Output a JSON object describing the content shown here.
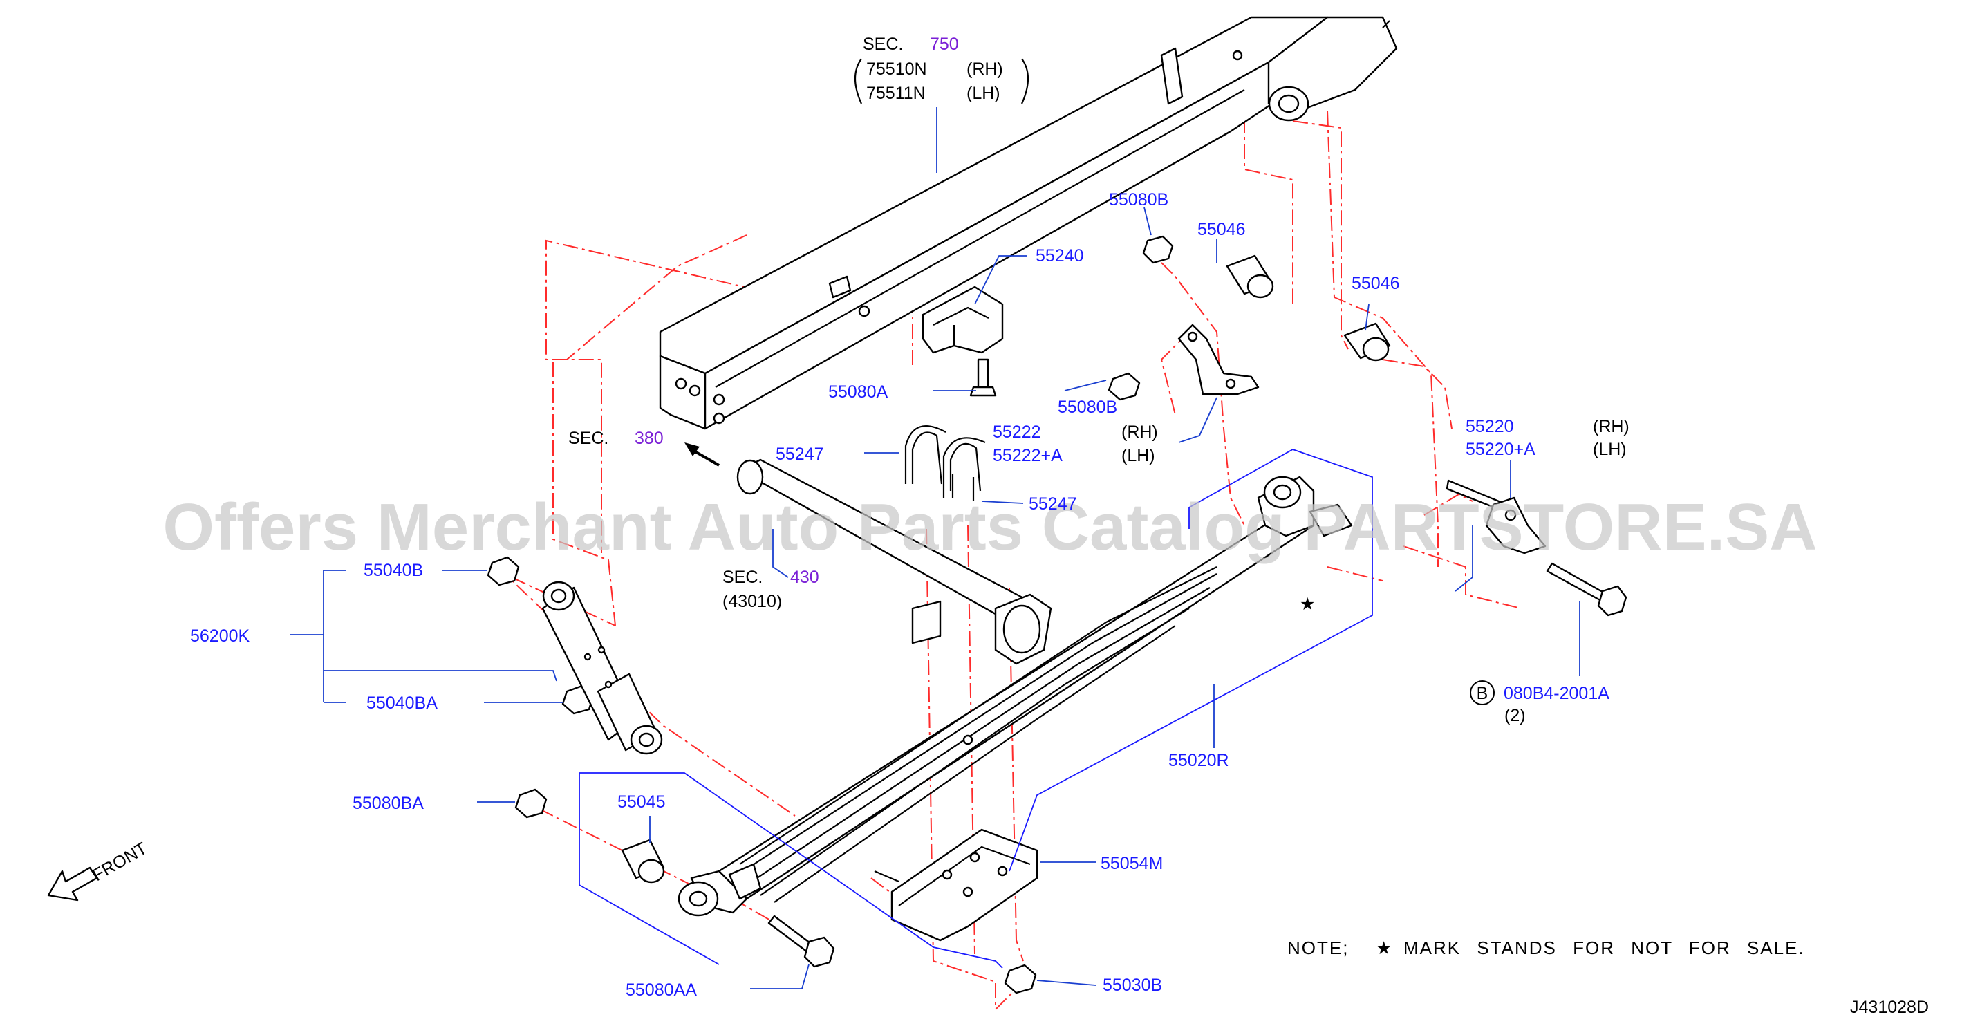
{
  "diagram_code": "J431028D",
  "watermark": "Offers Merchant Auto Parts Catalog PARTSTORE.SA",
  "note": {
    "prefix": "NOTE;",
    "star": "★",
    "text": "MARK STANDS FOR NOT FOR SALE."
  },
  "front_label": "FRONT",
  "sections": [
    {
      "id": "sec750",
      "prefix": "SEC.",
      "number": "750"
    },
    {
      "id": "sec380",
      "prefix": "SEC.",
      "number": "380"
    },
    {
      "id": "sec430",
      "prefix": "SEC.",
      "number": "430",
      "sub": "(43010)"
    }
  ],
  "frame_parts": [
    {
      "code": "75510N",
      "side": "(RH)"
    },
    {
      "code": "75511N",
      "side": "(LH)"
    }
  ],
  "parts": {
    "p55240": "55240",
    "p55080B_top": "55080B",
    "p55046_a": "55046",
    "p55046_b": "55046",
    "p55080A": "55080A",
    "p55080B_mid": "55080B",
    "p55222": "55222",
    "p55222A": "55222+A",
    "rh": "(RH)",
    "lh": "(LH)",
    "p55247_a": "55247",
    "p55247_b": "55247",
    "p55220": "55220",
    "p55220A": "55220+A",
    "rh2": "(RH)",
    "lh2": "(LH)",
    "p55040B": "55040B",
    "p56200K": "56200K",
    "p55040BA": "55040BA",
    "p55080BA": "55080BA",
    "p55045": "55045",
    "p55020R": "55020R",
    "p55054M": "55054M",
    "p55080AA": "55080AA",
    "p55030B": "55030B",
    "bolt_badge": "B",
    "bolt_code": "080B4-2001A",
    "bolt_qty": "(2)",
    "star_mark": "★"
  }
}
